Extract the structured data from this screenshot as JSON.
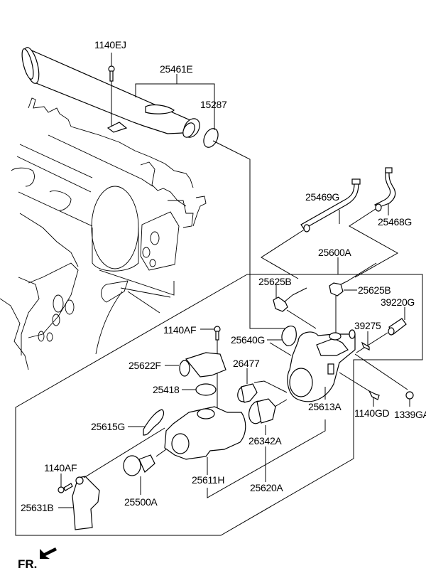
{
  "diagram": {
    "title": "Coolant Pipe & Hose / Thermostat Housing Assembly",
    "direction_marker": "FR.",
    "labels": {
      "p1140EJ": "1140EJ",
      "p25461E": "25461E",
      "p15287": "15287",
      "p25469G": "25469G",
      "p25468G": "25468G",
      "p25600A": "25600A",
      "p25625B_left": "25625B",
      "p25625B_right": "25625B",
      "p39220G": "39220G",
      "p39275": "39275",
      "p1140AF_top": "1140AF",
      "p25640G": "25640G",
      "p25622F": "25622F",
      "p26477": "26477",
      "p25418": "25418",
      "p25613A": "25613A",
      "p1140GD": "1140GD",
      "p1339GA": "1339GA",
      "p25615G": "25615G",
      "p26342A": "26342A",
      "p1140AF_bottom": "1140AF",
      "p25611H": "25611H",
      "p25620A": "25620A",
      "p25631B": "25631B",
      "p25500A": "25500A"
    }
  }
}
